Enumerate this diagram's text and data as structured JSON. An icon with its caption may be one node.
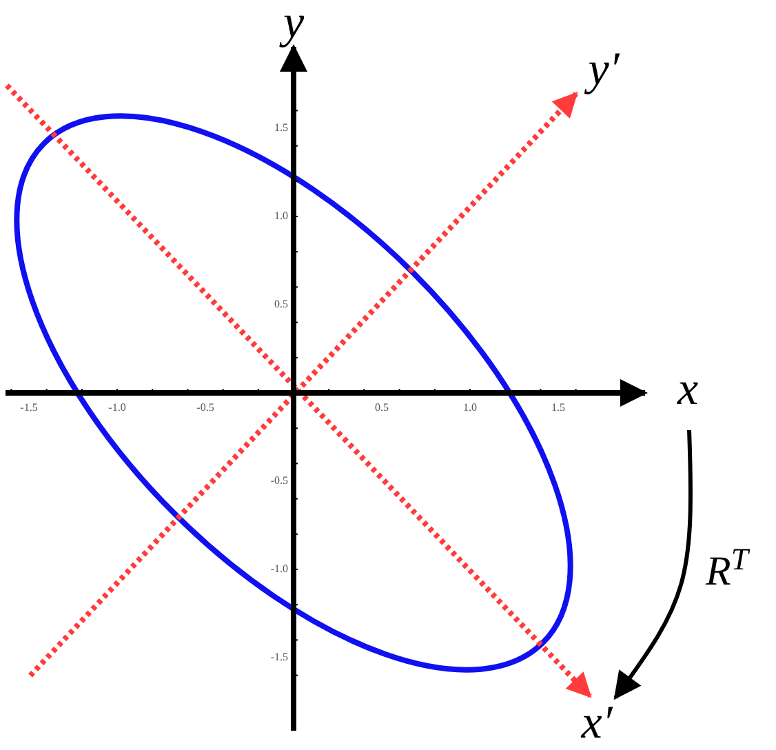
{
  "diagram": {
    "nodes": [
      {
        "text": [
          "x"
        ]
      },
      {
        "text": [
          "y"
        ]
      },
      {
        "text": [
          "x′"
        ]
      },
      {
        "text": [
          "y′"
        ]
      }
    ],
    "edges": [
      {
        "from": 0,
        "to": 2,
        "arrow": "to",
        "label": "R$^{T}$"
      }
    ],
    "labels": [
      "-1.5",
      "-1.0",
      "-0.5",
      "0.5",
      "1.0",
      "1.5",
      "1.5",
      "1.0",
      "0.5",
      "-0.5",
      "-1.0",
      "-1.5"
    ]
  }
}
